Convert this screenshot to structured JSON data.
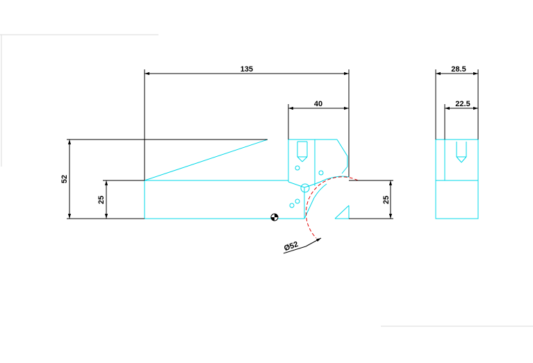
{
  "drawing": {
    "colors": {
      "part_outline": "#00d8e8",
      "dimension_line": "#000000",
      "arc": "#e00000",
      "frame": "#d8d8d8",
      "background": "#ffffff"
    },
    "front_view": {
      "dim_overall_length": "135",
      "dim_right_block": "40",
      "dim_total_height": "52",
      "dim_lower_height_left": "25",
      "dim_lower_height_right": "25",
      "dim_arc_diameter": "Ø52"
    },
    "side_view": {
      "dim_outer_width": "28.5",
      "dim_inner_width": "22.5"
    }
  }
}
